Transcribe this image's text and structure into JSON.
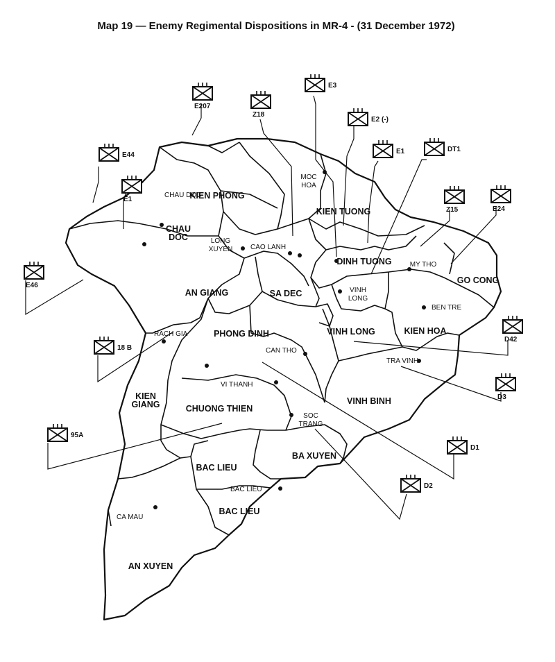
{
  "map": {
    "title": "Map 19 — Enemy Regimental Dispositions in MR-4 - (31 December 1972)",
    "provinces": {
      "kien_phong": "KIEN PHONG",
      "chau_doc": "CHAU\nDOC",
      "kien_tuong": "KIEN TUONG",
      "dinh_tuong": "DINH TUONG",
      "go_cong": "GO CONG",
      "an_giang": "AN GIANG",
      "sa_dec": "SA DEC",
      "phong_dinh": "PHONG DINH",
      "vinh_long": "VINH LONG",
      "kien_hoa": "KIEN HOA",
      "vinh_binh": "VINH BINH",
      "kien_giang": "KIEN\nGIANG",
      "chuong_thien": "CHUONG THIEN",
      "ba_xuyen": "BA XUYEN",
      "bac_lieu_1": "BAC LIEU",
      "bac_lieu_2": "BAC LIEU",
      "an_xuyen": "AN XUYEN"
    },
    "towns": {
      "chau_doc": "CHAU DOC",
      "moc_hoa": "MOC\nHOA",
      "long_xuyen": "LONG\nXUYEN",
      "cao_lanh": "CAO LANH",
      "my_tho": "MY THO",
      "vinh_long": "VINH\nLONG",
      "ben_tre": "BEN TRE",
      "rach_gia": "RACH GIA",
      "can_tho": "CAN THO",
      "tra_vinh": "TRA VINH",
      "vi_thanh": "VI THANH",
      "soc_trang": "SOC\nTRANG",
      "bac_lieu": "BAC LIEU",
      "ca_mau": "CA MAU"
    },
    "units": {
      "E207": "E207",
      "Z18": "Z18",
      "E3": "E3",
      "E2": "E2 (-)",
      "E1a": "E1",
      "DT1": "DT1",
      "E44": "E44",
      "E1b": "E1",
      "Z15": "Z15",
      "E24": "E24",
      "E46": "E46",
      "18B": "18 B",
      "D42": "D42",
      "D3": "D3",
      "95A": "95A",
      "D1": "D1",
      "D2": "D2"
    }
  }
}
